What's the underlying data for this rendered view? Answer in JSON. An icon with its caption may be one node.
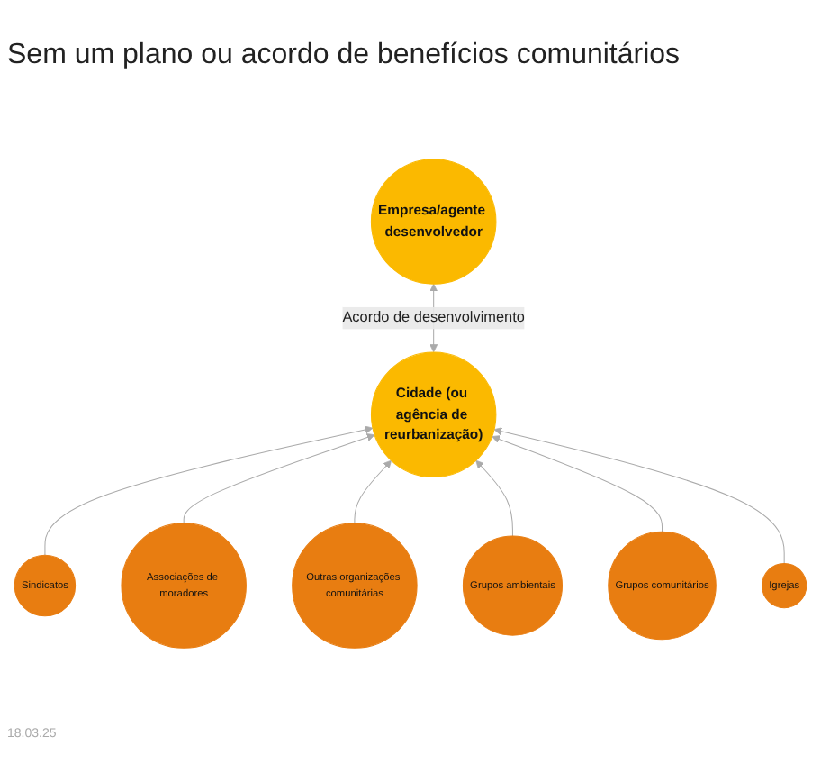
{
  "diagram": {
    "title": "Sem um plano ou acordo de benefícios comunitários",
    "nodes": [
      {
        "text": [
          "Cidade (ou agência de reurbanização)"
        ]
      },
      {
        "text": [
          "Empresa/agente desenvolvedor"
        ]
      },
      {
        "text": [
          "Associações de moradores"
        ]
      },
      {
        "text": [
          "Sindicatos"
        ]
      },
      {
        "text": [
          "Outras organizações comunitárias"
        ]
      },
      {
        "text": [
          "Grupos comunitários"
        ]
      },
      {
        "text": [
          "Grupos ambientais"
        ]
      },
      {
        "text": [
          "Igrejas"
        ]
      }
    ],
    "edges": [
      {
        "from": 3,
        "to": 0,
        "arrow": "to"
      },
      {
        "from": 2,
        "to": 0,
        "arrow": "to"
      },
      {
        "from": 4,
        "to": 0,
        "arrow": "to"
      },
      {
        "from": 6,
        "to": 0,
        "arrow": "to"
      },
      {
        "from": 5,
        "to": 0,
        "arrow": "to"
      },
      {
        "from": 7,
        "to": 0,
        "arrow": "to"
      },
      {
        "from": 0,
        "to": 1,
        "label": "Acordo de desenvolvimento",
        "arrow": "both"
      }
    ],
    "labels": [
      "18.03.25"
    ]
  }
}
